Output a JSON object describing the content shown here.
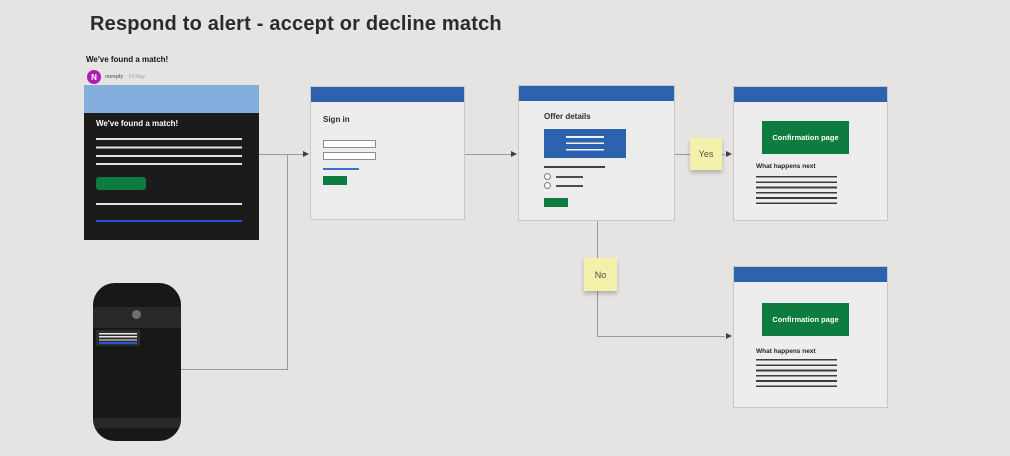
{
  "title": "Respond to alert - accept or decline match",
  "email": {
    "notification_label": "We've found a match!",
    "avatar_letter": "N",
    "sender": "noreply",
    "date": "24 May",
    "heading": "We've found a match!"
  },
  "screens": {
    "signin": {
      "heading": "Sign in"
    },
    "offer": {
      "heading": "Offer details"
    },
    "confirmation_accept": {
      "button_label": "Confirmation page",
      "subheading": "What happens next"
    },
    "confirmation_decline": {
      "button_label": "Confirmation page",
      "subheading": "What happens next"
    }
  },
  "decision_labels": {
    "yes": "Yes",
    "no": "No"
  },
  "colors": {
    "canvas_background": "#e5e4e3",
    "screen_header_blue": "#2d62af",
    "email_banner_blue": "#83aede",
    "primary_green": "#0e7c3e",
    "sticky_note_yellow": "#f4f1ab",
    "link_blue": "#2b4fd4",
    "avatar_purple": "#b21ab5"
  }
}
